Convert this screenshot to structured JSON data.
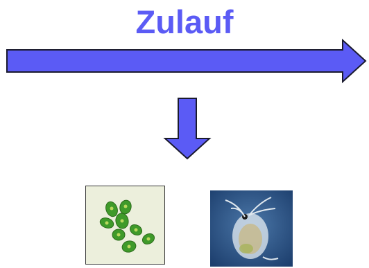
{
  "title": "Zulauf",
  "colors": {
    "arrow_fill": "#5B5BF5",
    "arrow_stroke": "#1a1a2e",
    "title_text": "#5B5BF5",
    "algae_background": "#ecefdc",
    "algae_cell": "#3f9a2a",
    "daphnia_background": "#1d3f6e"
  },
  "icons": {
    "flow_arrow": "right-arrow-icon",
    "down_arrow": "down-arrow-icon"
  },
  "images": {
    "algae": "green-algae-microscope-photo",
    "daphnia": "daphnia-water-flea-photo"
  }
}
